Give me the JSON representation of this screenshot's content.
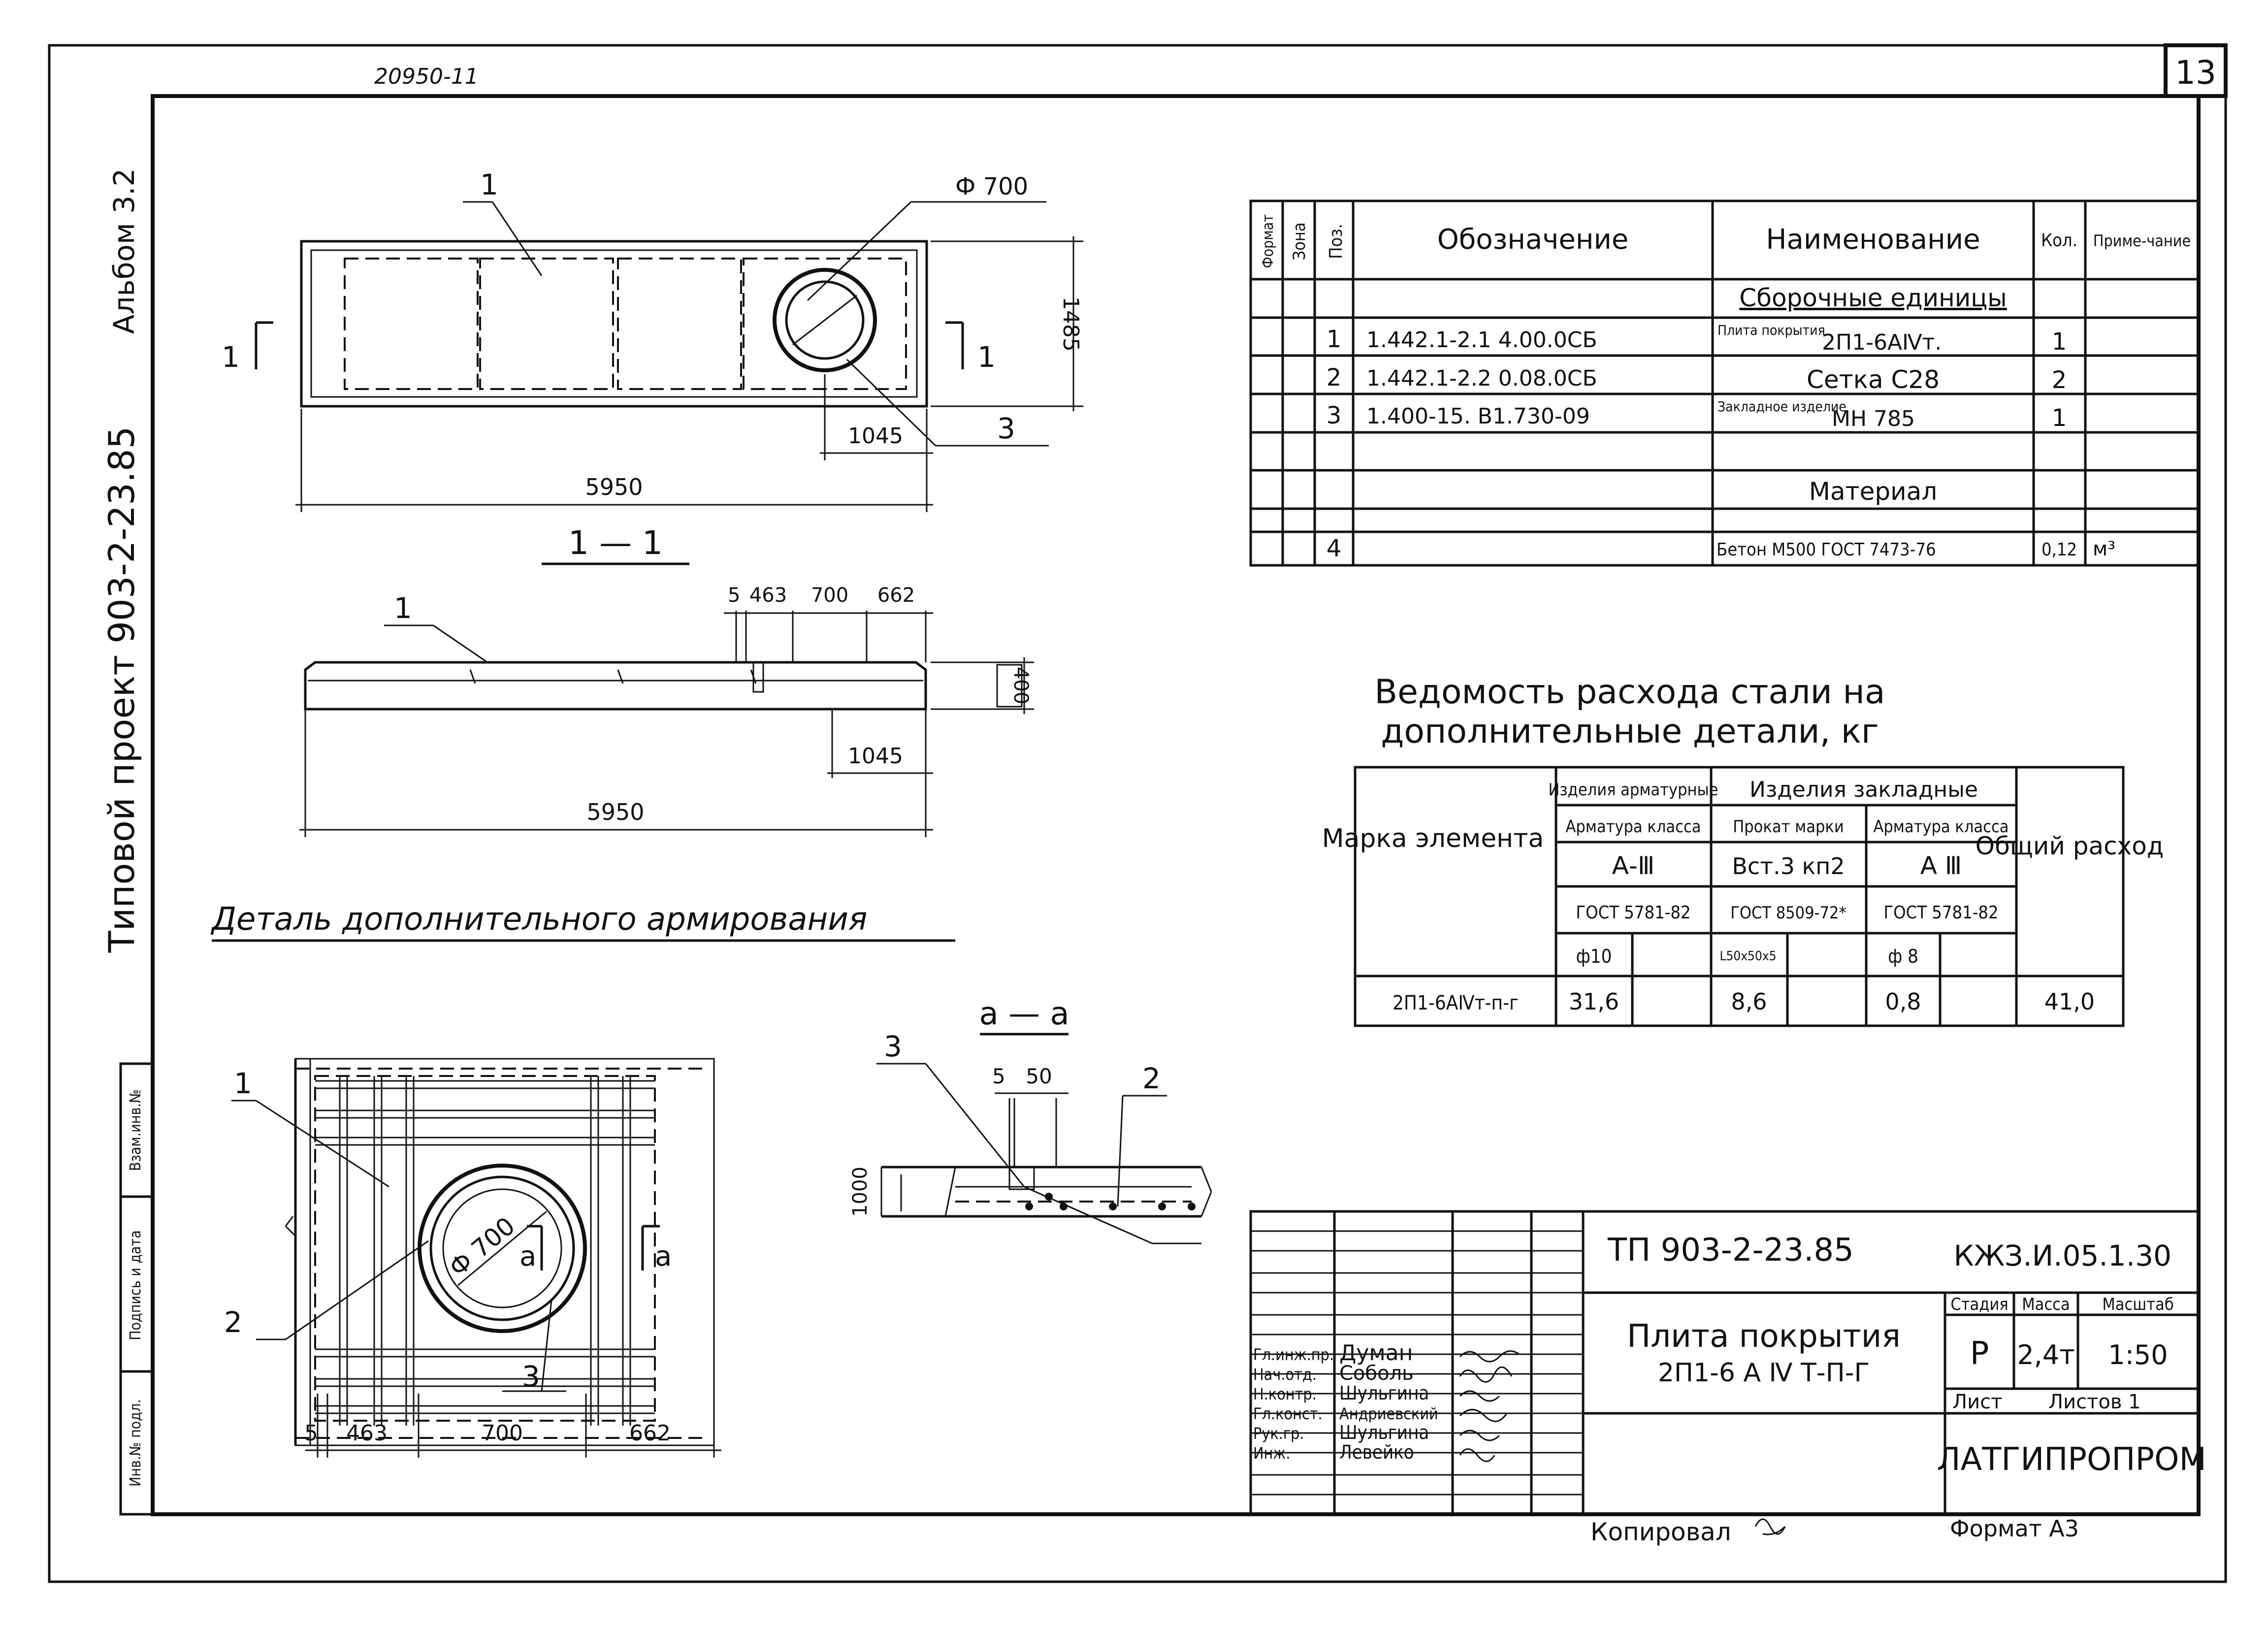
{
  "header": {
    "doc_code": "20950-11",
    "sheet_number": "13"
  },
  "left_margin": {
    "album": "Альбом 3.2",
    "project": "Типовой проект 903-2-23.85",
    "stamp_cells": [
      "Инв.№ подл.",
      "Подпись и дата",
      "Взам.инв.№"
    ]
  },
  "plan": {
    "label_pos": "1",
    "circle_label": "Ф 700",
    "dim_width": "5950",
    "dim_offset": "1045",
    "dim_height": "1485",
    "label_detail": "3",
    "section_mark_left": "1",
    "section_mark_right": "1"
  },
  "section": {
    "title": "1 — 1",
    "label_pos": "1",
    "dim_5": "5",
    "dim_463": "463",
    "dim_700": "700",
    "dim_662": "662",
    "dim_400": "400",
    "dim_1045": "1045",
    "dim_5950": "5950"
  },
  "detail": {
    "title": "Деталь дополнительного армирования",
    "circle_label": "Ф 700",
    "label_1": "1",
    "label_2": "2",
    "label_3": "3",
    "mark_a": "a",
    "dim_5": "5",
    "dim_463": "463",
    "dim_700": "700",
    "dim_662": "662"
  },
  "section_aa": {
    "title": "а — а",
    "label_3": "3",
    "label_2": "2",
    "dim_5": "5",
    "dim_50": "50",
    "dim_1000": "1000"
  },
  "spec_table": {
    "headers": [
      "Формат",
      "Зона",
      "Поз.",
      "Обозначение",
      "Наименование",
      "Кол.",
      "Приме-чание"
    ],
    "group_1": "Сборочные единицы",
    "rows": [
      {
        "pos": "1",
        "designation": "1.442.1-2.1  4.00.0СБ",
        "name_small": "Плита покрытия",
        "name": "2П1-6АⅣт.",
        "qty": "1"
      },
      {
        "pos": "2",
        "designation": "1.442.1-2.2  0.08.0СБ",
        "name": "Сетка С28",
        "qty": "2"
      },
      {
        "pos": "3",
        "designation": "1.400-15. В1.730-09",
        "name_small": "Закладное изделие",
        "name": "МН 785",
        "qty": "1"
      }
    ],
    "group_2": "Материал",
    "material": {
      "pos": "4",
      "name": "Бетон М500 ГОСТ 7473-76",
      "qty": "0,12",
      "note": "м³"
    }
  },
  "steel_table": {
    "title_line1": "Ведомость расхода стали на",
    "title_line2": "дополнительные детали, кг",
    "col_mark": "Марка элемента",
    "col_total": "Общий расход",
    "group_arm": "Изделия арматурные",
    "group_emb": "Изделия закладные",
    "sub_arm": "Арматура класса",
    "sub_prokat": "Прокат марки",
    "sub_arm2": "Арматура класса",
    "class_1": "А-Ⅲ",
    "class_2": "Вст.3 кп2",
    "class_3": "А Ⅲ",
    "gost_1": "ГОСТ 5781-82",
    "gost_2": "ГОСТ 8509-72*",
    "gost_3": "ГОСТ 5781-82",
    "size_1": "ф10",
    "size_2": "L50x50x5",
    "size_3": "ф 8",
    "row_mark": "2П1-6АⅣт-п-г",
    "val_1": "31,6",
    "val_2": "8,6",
    "val_3": "0,8",
    "total": "41,0"
  },
  "title_block": {
    "project": "ТП 903-2-23.85",
    "code": "КЖЗ.И.05.1.30",
    "name_line1": "Плита покрытия",
    "name_line2": "2П1-6 А Ⅳ Т-П-Г",
    "stage_label": "Стадия",
    "mass_label": "Масса",
    "scale_label": "Масштаб",
    "stage": "Р",
    "mass": "2,4т",
    "scale": "1:50",
    "sheet_label": "Лист",
    "sheets_label": "Листов 1",
    "org": "ЛАТГИПРОПРОМ",
    "copied": "Копировал",
    "format": "Формат А3",
    "signers": [
      {
        "role": "Гл.инж.пр.",
        "name": "Думан"
      },
      {
        "role": "Нач.отд.",
        "name": "Соболь"
      },
      {
        "role": "Н.контр.",
        "name": "Шульгина"
      },
      {
        "role": "Гл.конст.",
        "name": "Андриевский"
      },
      {
        "role": "Рук.гр.",
        "name": "Шульгина"
      },
      {
        "role": "Инж.",
        "name": "Левейко"
      }
    ]
  }
}
